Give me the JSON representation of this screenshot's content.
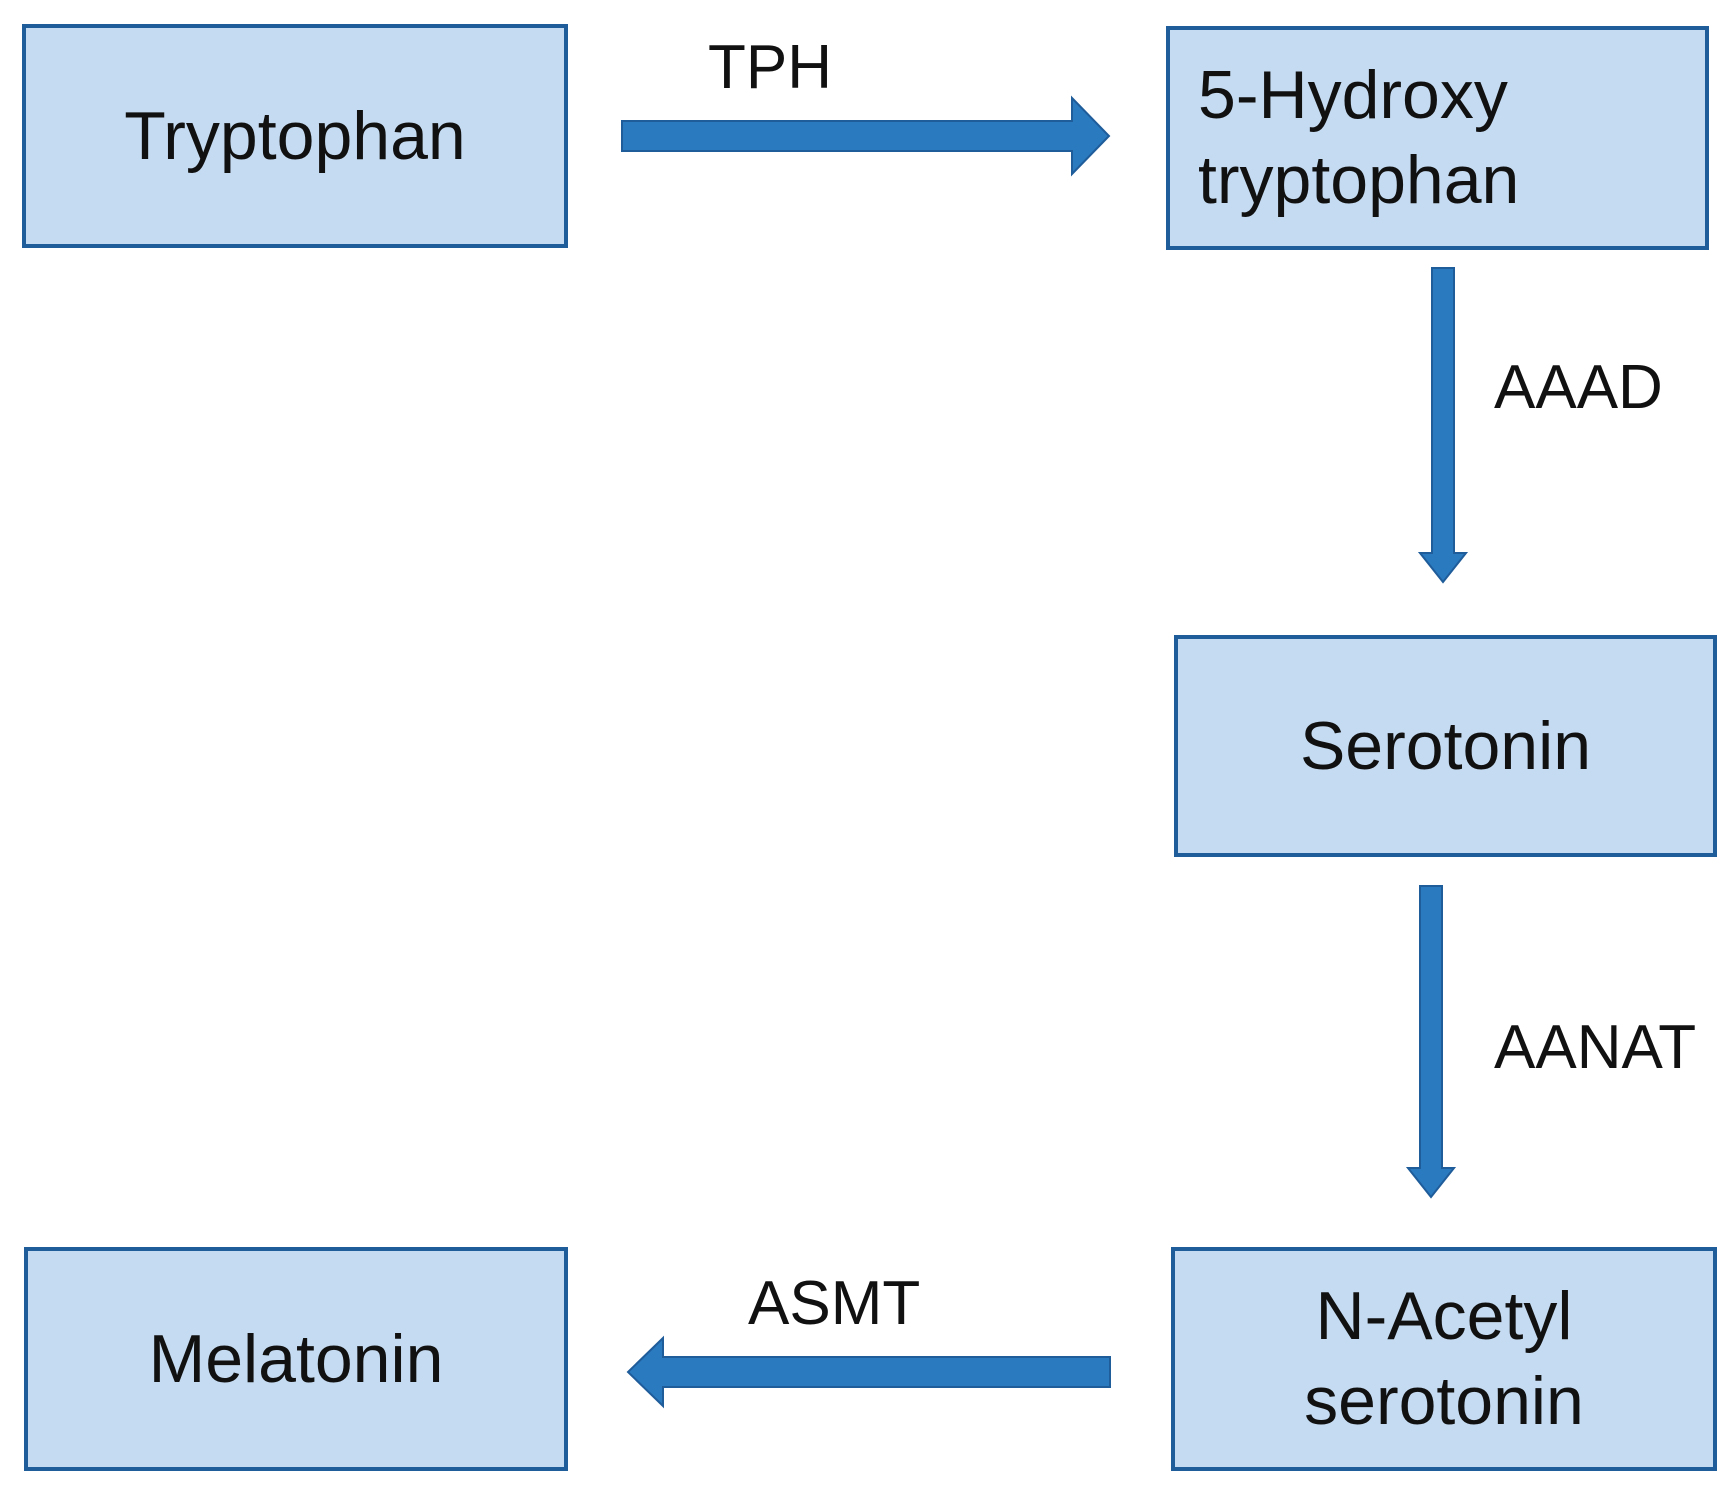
{
  "colors": {
    "box_fill": "#c5dbf1",
    "box_border": "#1f5c9a",
    "arrow": "#2a7ac0",
    "arrow_stroke": "#1f5c9a",
    "text": "#111111"
  },
  "nodes": {
    "tryptophan": {
      "label": "Tryptophan"
    },
    "hydroxytryptophan": {
      "line1": "5-Hydroxy",
      "line2": "tryptophan"
    },
    "serotonin": {
      "label": "Serotonin"
    },
    "n_acetyl_serotonin": {
      "line1": "N-Acetyl",
      "line2": "serotonin"
    },
    "melatonin": {
      "label": "Melatonin"
    }
  },
  "enzymes": {
    "tph": "TPH",
    "aaad": "AAAD",
    "aanat": "AANAT",
    "asmt": "ASMT"
  },
  "edges": [
    {
      "from": "Tryptophan",
      "to": "5-Hydroxy tryptophan",
      "enzyme": "TPH"
    },
    {
      "from": "5-Hydroxy tryptophan",
      "to": "Serotonin",
      "enzyme": "AAAD"
    },
    {
      "from": "Serotonin",
      "to": "N-Acetyl serotonin",
      "enzyme": "AANAT"
    },
    {
      "from": "N-Acetyl serotonin",
      "to": "Melatonin",
      "enzyme": "ASMT"
    }
  ]
}
